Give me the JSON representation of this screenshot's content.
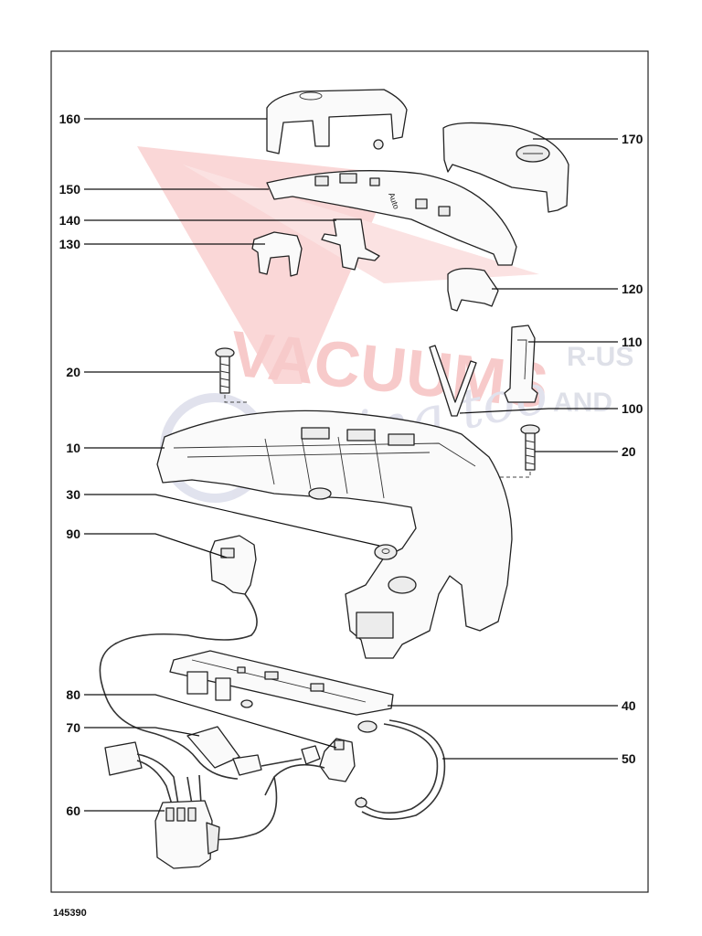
{
  "drawing_code": "145390",
  "watermark": {
    "line1": "VACUUMS",
    "line2": "R-US",
    "line3": "AND",
    "line4": "Sewing too"
  },
  "callouts": [
    {
      "id": "160",
      "label": "160"
    },
    {
      "id": "150",
      "label": "150"
    },
    {
      "id": "140",
      "label": "140"
    },
    {
      "id": "130",
      "label": "130"
    },
    {
      "id": "20a",
      "label": "20"
    },
    {
      "id": "10",
      "label": "10"
    },
    {
      "id": "30",
      "label": "30"
    },
    {
      "id": "90",
      "label": "90"
    },
    {
      "id": "80",
      "label": "80"
    },
    {
      "id": "70",
      "label": "70"
    },
    {
      "id": "60",
      "label": "60"
    },
    {
      "id": "170",
      "label": "170"
    },
    {
      "id": "120",
      "label": "120"
    },
    {
      "id": "110",
      "label": "110"
    },
    {
      "id": "100",
      "label": "100"
    },
    {
      "id": "20b",
      "label": "20"
    },
    {
      "id": "40",
      "label": "40"
    },
    {
      "id": "50",
      "label": "50"
    }
  ],
  "panel_text": {
    "auto": "Auto"
  }
}
